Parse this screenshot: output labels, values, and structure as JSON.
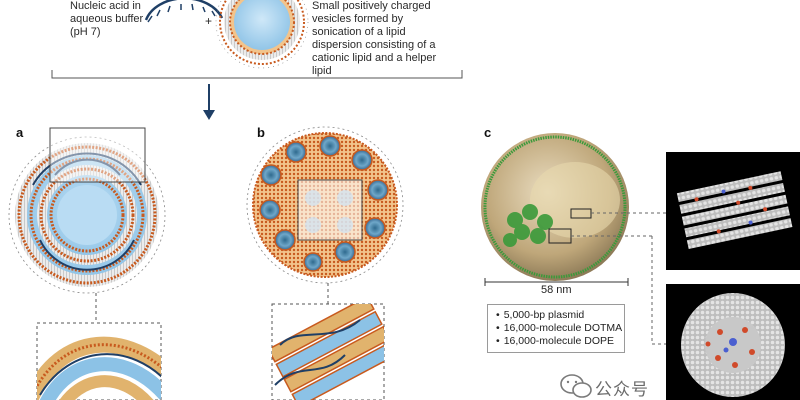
{
  "top": {
    "left_caption": "Nucleic acid in aqueous buffer (pH 7)",
    "plus": "+",
    "right_caption": "Small positively charged vesicles formed by sonication of a lipid dispersion consisting of a cationic lipid and a helper lipid"
  },
  "panels": {
    "a": "a",
    "b": "b",
    "c": "c"
  },
  "scale_label": "58 nm",
  "legend": {
    "items": [
      "5,000-bp plasmid",
      "16,000-molecule DOTMA",
      "16,000-molecule DOPE"
    ]
  },
  "watermark": {
    "text": "公众号"
  },
  "colors": {
    "lipid_head": "#c85a1e",
    "lipid_head_light": "#f0b67a",
    "lipid_tail": "#dcdcdc",
    "water_core": "#a9d4ef",
    "dna": "#1f3f66",
    "particle_green": "#3a9a3a",
    "particle_shell": "#c9b48a"
  }
}
